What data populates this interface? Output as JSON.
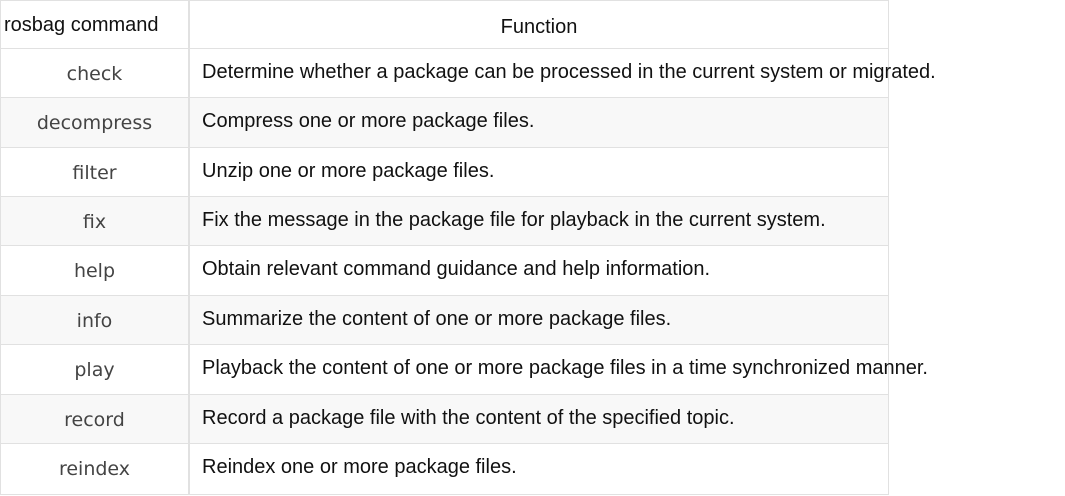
{
  "table": {
    "headers": {
      "command": "rosbag command",
      "function": "Function"
    },
    "rows": [
      {
        "command": "check",
        "function": "Determine whether a package can be processed in the current system or migrated."
      },
      {
        "command": "decompress",
        "function": "Compress one or more package files."
      },
      {
        "command": "filter",
        "function": "Unzip one or more package files."
      },
      {
        "command": "fix",
        "function": "Fix the message in the package file for playback in the current system."
      },
      {
        "command": "help",
        "function": "Obtain relevant command guidance and help information."
      },
      {
        "command": "info",
        "function": "Summarize the content of one or more package files."
      },
      {
        "command": "play",
        "function": "Playback the content of one or more package files in a time synchronized manner."
      },
      {
        "command": "record",
        "function": "Record a package file with the content of the specified topic."
      },
      {
        "command": "reindex",
        "function": "Reindex one or more package files."
      }
    ],
    "colors": {
      "border": "#e1e1e1",
      "stripe": "#f8f8f8",
      "command_text": "#444444",
      "function_text": "#111111"
    }
  }
}
